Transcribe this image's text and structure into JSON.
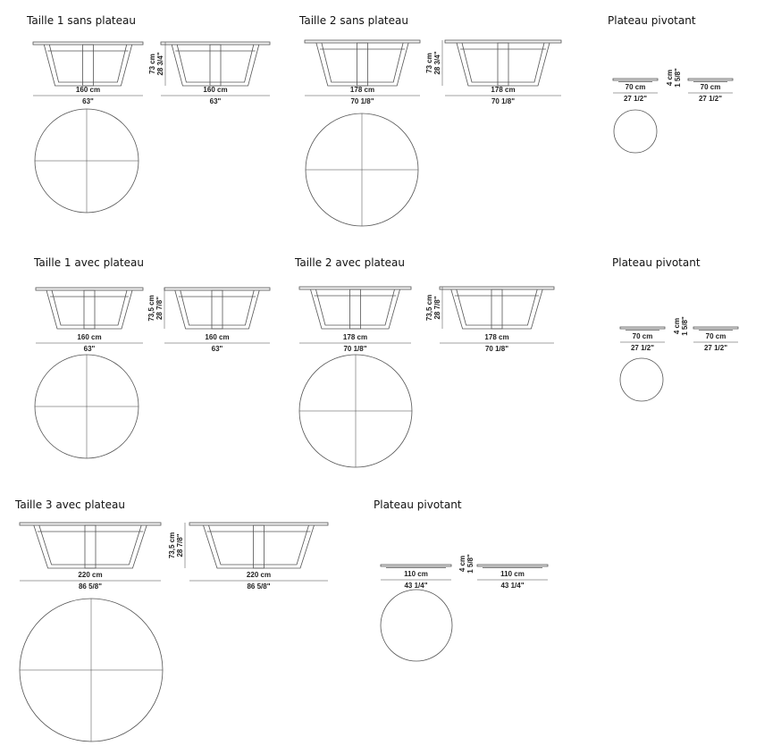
{
  "sections": [
    {
      "title": "Taille 1 sans plateau",
      "width_cm": "160 cm",
      "width_in": "63\"",
      "height_cm": "73 cm",
      "height_in": "28 3/4\""
    },
    {
      "title": "Taille 2 sans plateau",
      "width_cm": "178 cm",
      "width_in": "70 1/8\"",
      "height_cm": "73 cm",
      "height_in": "28 3/4\""
    },
    {
      "title": "Plateau pivotant",
      "width_cm": "70 cm",
      "width_in": "27 1/2\"",
      "height_cm": "4 cm",
      "height_in": "1 5/8\""
    },
    {
      "title": "Taille 1 avec plateau",
      "width_cm": "160 cm",
      "width_in": "63\"",
      "height_cm": "73,5 cm",
      "height_in": "28 7/8\""
    },
    {
      "title": "Taille 2 avec plateau",
      "width_cm": "178 cm",
      "width_in": "70 1/8\"",
      "height_cm": "73,5 cm",
      "height_in": "28 7/8\""
    },
    {
      "title": "Plateau pivotant",
      "width_cm": "70 cm",
      "width_in": "27 1/2\"",
      "height_cm": "4 cm",
      "height_in": "1 5/8\""
    },
    {
      "title": "Taille 3 avec plateau",
      "width_cm": "220 cm",
      "width_in": "86 5/8\"",
      "height_cm": "73,5 cm",
      "height_in": "28 7/8\""
    },
    {
      "title": "Plateau pivotant",
      "width_cm": "110 cm",
      "width_in": "43 1/4\"",
      "height_cm": "4 cm",
      "height_in": "1 5/8\""
    }
  ]
}
